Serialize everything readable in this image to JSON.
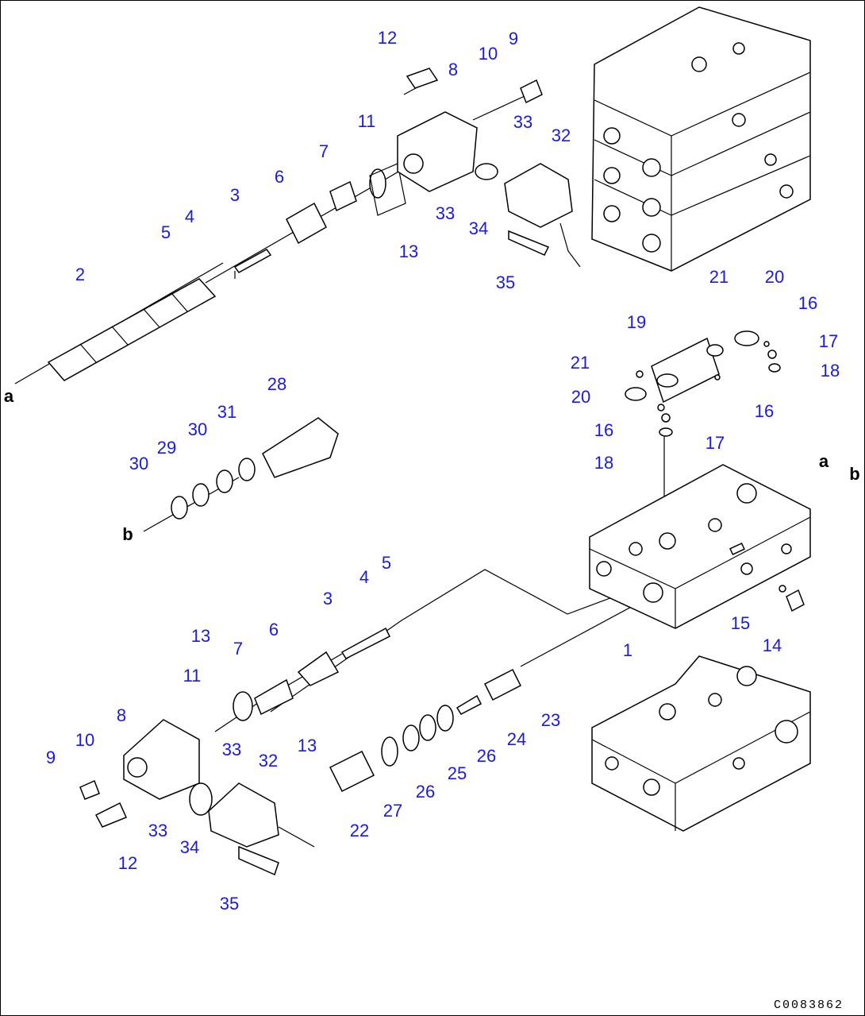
{
  "diagram": {
    "label_color": "#1a1ae0",
    "drawing_code": "C0083862",
    "direction_markers": [
      "a",
      "b"
    ],
    "part_numbers": [
      "1",
      "2",
      "3",
      "4",
      "5",
      "6",
      "7",
      "8",
      "9",
      "10",
      "11",
      "12",
      "13",
      "14",
      "15",
      "16",
      "17",
      "18",
      "19",
      "20",
      "21",
      "22",
      "23",
      "24",
      "25",
      "26",
      "27",
      "28",
      "29",
      "30",
      "31",
      "32",
      "33",
      "34",
      "35"
    ]
  }
}
